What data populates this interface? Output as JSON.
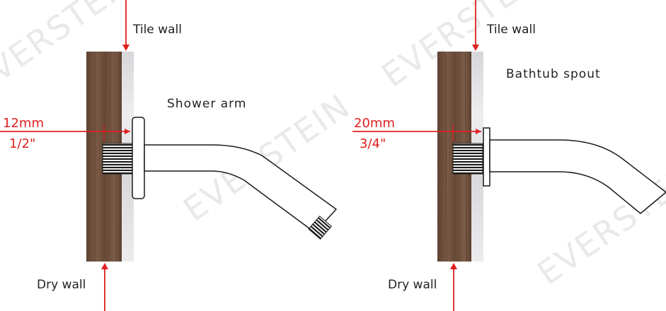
{
  "watermark": {
    "text": "EVERSTEIN"
  },
  "left_diagram": {
    "tile_wall_label": "Tile wall",
    "dry_wall_label": "Dry wall",
    "fixture_label": "Shower arm",
    "size_mm": "12mm",
    "size_in": "1/2\""
  },
  "right_diagram": {
    "tile_wall_label": "Tile wall",
    "dry_wall_label": "Dry wall",
    "fixture_label": "Bathtub spout",
    "size_mm": "20mm",
    "size_in": "3/4\""
  },
  "colors": {
    "wood": "#6e4f3d",
    "tile": "#e3e3e5",
    "arrow": "#e0201f",
    "outline": "#1a1a1a"
  }
}
